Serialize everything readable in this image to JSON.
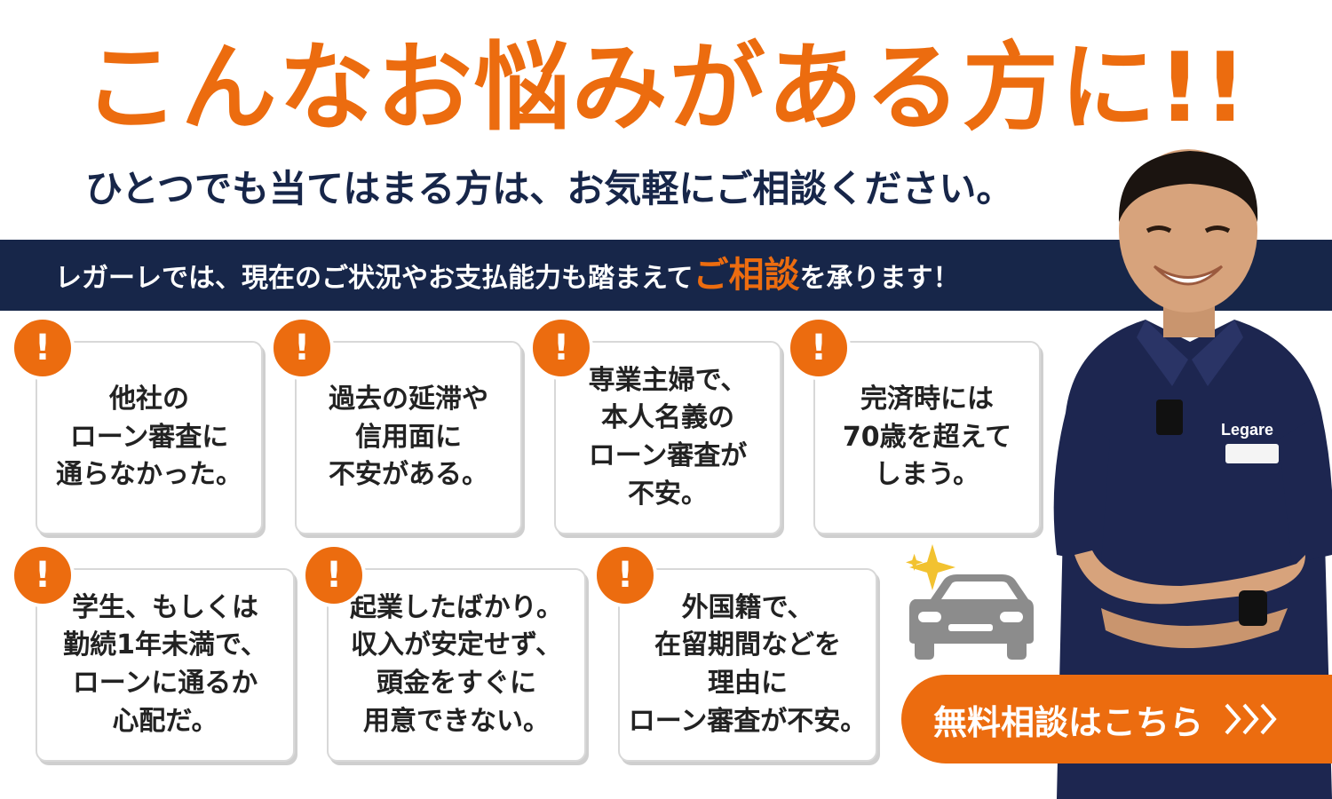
{
  "headline": "こんなお悩みがある方に!!",
  "subheadline": "ひとつでも当てはまる方は、お気軽にご相談ください。",
  "band": {
    "before": "レガーレでは、現在のご状況やお支払能力も踏まえて",
    "emphasis": "ご相談",
    "after": "を承ります！"
  },
  "badge_symbol": "!",
  "cards": [
    {
      "text": "他社の\nローン審査に\n通らなかった。"
    },
    {
      "text": "過去の延滞や\n信用面に\n不安がある。"
    },
    {
      "text": "専業主婦で、\n本人名義の\nローン審査が\n不安。"
    },
    {
      "text": "完済時には\n70歳を超えて\nしまう。"
    },
    {
      "text": "学生、もしくは\n勤続1年未満で、\nローンに通るか\n心配だ。"
    },
    {
      "text": "起業したばかり。\n収入が安定せず、\n頭金をすぐに\n用意できない。"
    },
    {
      "text": "外国籍で、\n在留期間などを\n理由に\nローン審査が不安。"
    }
  ],
  "staff": {
    "logo_text": "Legare"
  },
  "cta": {
    "label": "無料相談はこちら"
  },
  "colors": {
    "accent": "#ec6c0f",
    "navy": "#172649"
  },
  "icons": {
    "badge": "exclamation-icon",
    "car": "car-icon",
    "sparkle": "sparkle-icon",
    "cta_arrows": "triple-chevron-right-icon"
  }
}
